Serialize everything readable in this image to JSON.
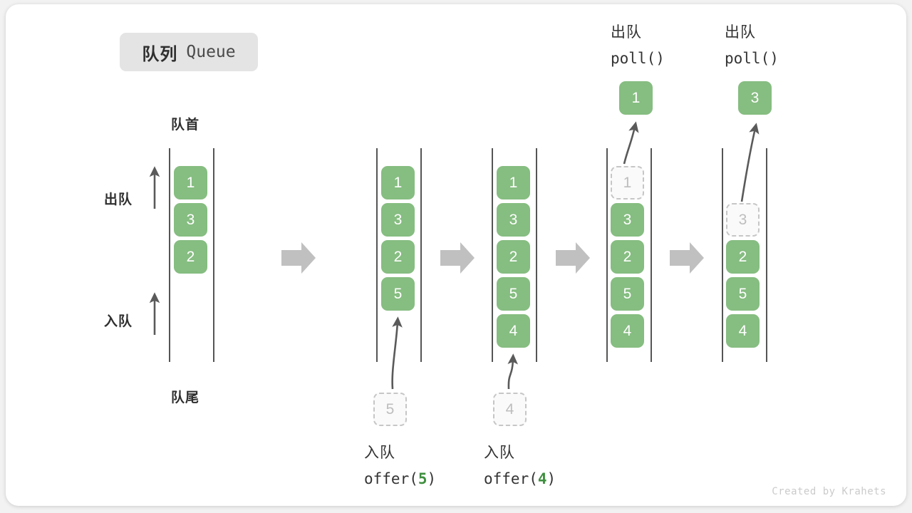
{
  "title": {
    "cn": "队列",
    "en": "Queue"
  },
  "labels": {
    "front": "队首",
    "rear": "队尾",
    "dequeue_side": "出队",
    "enqueue_side": "入队"
  },
  "colors": {
    "element_fill": "#86bd81",
    "element_text": "#ffffff",
    "ghost_fill": "#fafafa",
    "ghost_border": "#c6c6c6",
    "ghost_text": "#bdbdbd",
    "rail": "#555555",
    "step_arrow": "#c0c0c0",
    "badge_bg": "#e4e4e4",
    "code_arg": "#3f8f3f",
    "text": "#333333",
    "watermark": "#cbcbcb"
  },
  "operations": [
    {
      "cn": "入队",
      "fn": "offer(",
      "arg": "5",
      "close": ")"
    },
    {
      "cn": "入队",
      "fn": "offer(",
      "arg": "4",
      "close": ")"
    },
    {
      "cn": "出队",
      "fn": "poll(",
      "arg": "",
      "close": ")"
    },
    {
      "cn": "出队",
      "fn": "poll(",
      "arg": "",
      "close": ")"
    }
  ],
  "stages": [
    {
      "name": "initial-queue",
      "elements": [
        "1",
        "3",
        "2"
      ],
      "ghost": null,
      "popped": null
    },
    {
      "name": "after-offer-5",
      "elements": [
        "1",
        "3",
        "2",
        "5"
      ],
      "ghost": {
        "value": "5",
        "position": "below"
      },
      "popped": null
    },
    {
      "name": "after-offer-4",
      "elements": [
        "1",
        "3",
        "2",
        "5",
        "4"
      ],
      "ghost": {
        "value": "4",
        "position": "below"
      },
      "popped": null
    },
    {
      "name": "after-poll-1",
      "elements": [
        "3",
        "2",
        "5",
        "4"
      ],
      "ghost": {
        "value": "1",
        "position": "slot-0"
      },
      "popped": {
        "value": "1"
      }
    },
    {
      "name": "after-poll-3",
      "elements": [
        "2",
        "5",
        "4"
      ],
      "ghost": {
        "value": "3",
        "position": "slot-1"
      },
      "popped": {
        "value": "3"
      }
    }
  ],
  "step_arrows_count": 4,
  "watermark": "Created by Krahets"
}
